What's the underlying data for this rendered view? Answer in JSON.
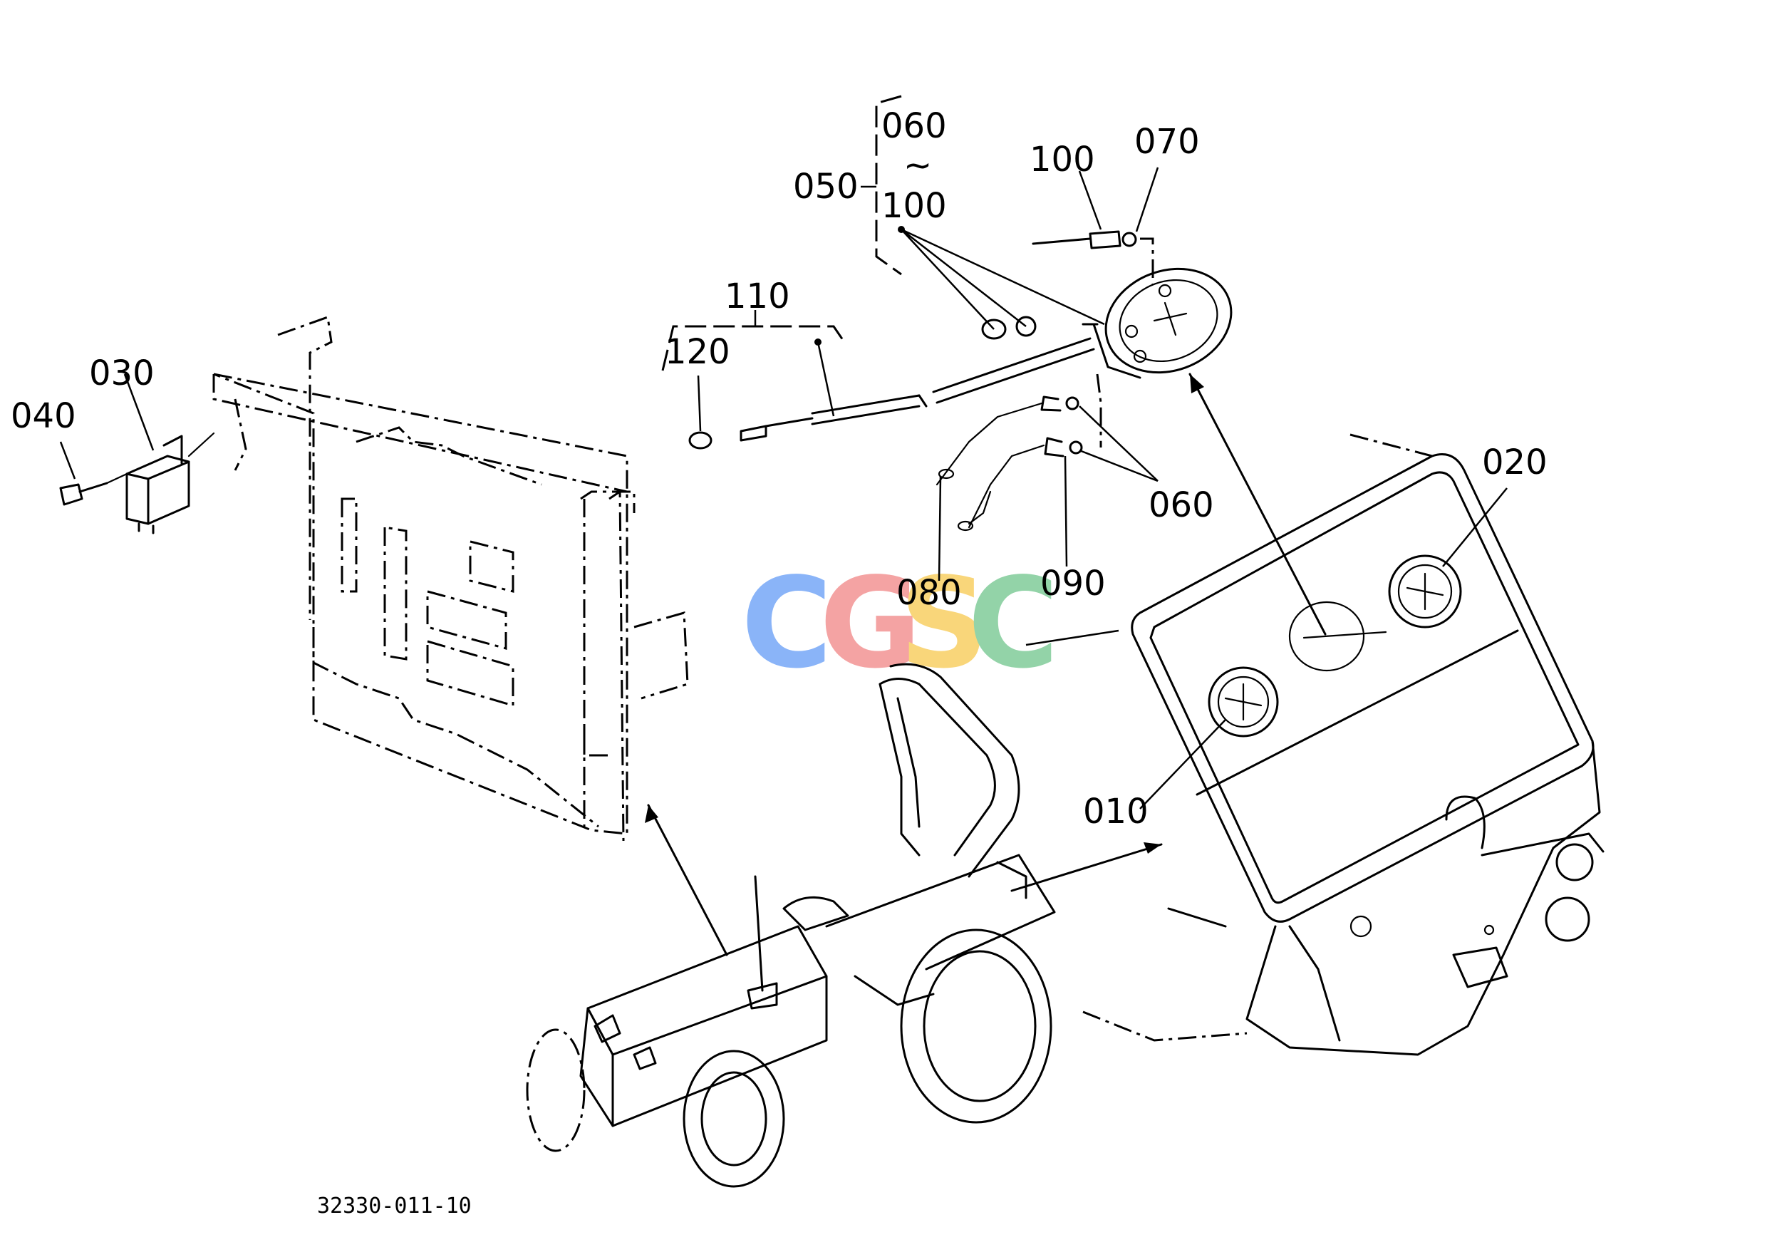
{
  "callouts": {
    "c010": "010",
    "c020": "020",
    "c030": "030",
    "c040": "040",
    "c050": "050",
    "c060_top": "060",
    "c060_tilde": "~",
    "c100_top": "100",
    "c060_right": "060",
    "c070": "070",
    "c080": "080",
    "c090": "090",
    "c100_right": "100",
    "c110": "110",
    "c120": "120"
  },
  "figure_number": "32330-011-10",
  "watermark": {
    "letters": [
      "C",
      "G",
      "S",
      "C"
    ],
    "colors": [
      "#8ab4f8",
      "#f4a3a3",
      "#f9d67a",
      "#93d3a8"
    ]
  }
}
